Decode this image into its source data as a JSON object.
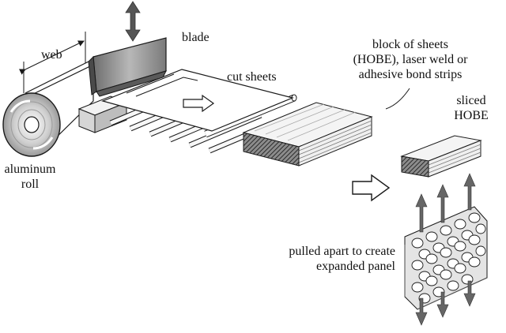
{
  "labels": {
    "web": "web",
    "blade": "blade",
    "cut_sheets": "cut sheets",
    "block_line1": "block of sheets",
    "block_line2": "(HOBE), laser weld or",
    "block_line3": "adhesive bond strips",
    "sliced_line1": "sliced",
    "sliced_line2": "HOBE",
    "roll_line1": "aluminum",
    "roll_line2": "roll",
    "pulled_line1": "pulled apart to create",
    "pulled_line2": "expanded panel"
  },
  "colors": {
    "line": "#1a1a1a",
    "arrow_gray": "#666666",
    "face_light": "#f2f2f2",
    "face_mid": "#d6d6d6",
    "face_dark": "#555555",
    "blade_gray": "#8a8a8a"
  },
  "icons": {
    "blade_motion": "double-vertical-arrow-icon",
    "process_direction": "hollow-right-arrow-icon",
    "pull_arrows": "pull-apart-arrows-icon"
  }
}
